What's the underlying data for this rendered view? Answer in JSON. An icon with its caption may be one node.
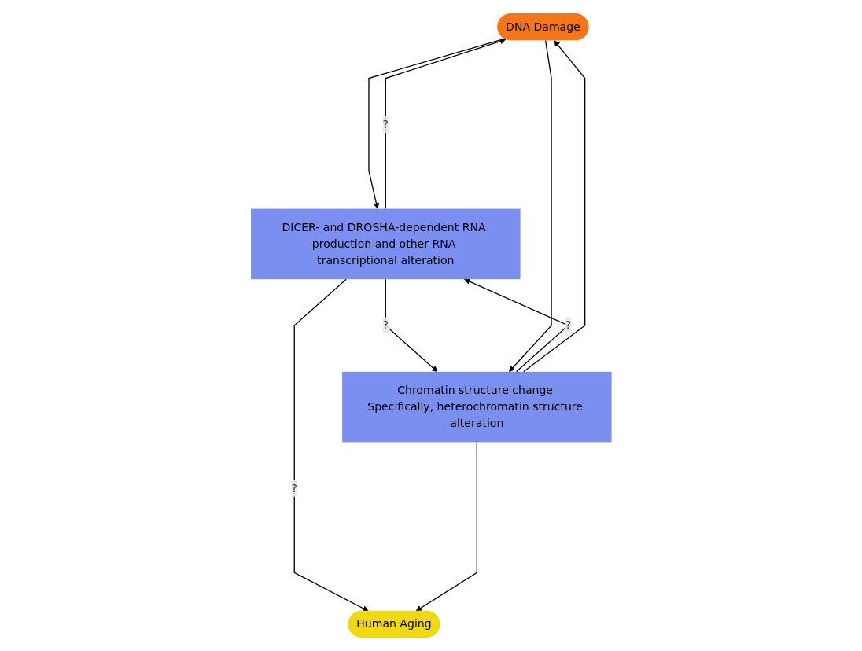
{
  "diagram": {
    "nodes": [
      {
        "text": [
          "DNA Damage"
        ]
      },
      {
        "text": [
          "DICER- and DROSHA-dependent RNA production and other RNA transcriptional alteration"
        ]
      },
      {
        "text": [
          "Chromatin structure change Specifically, heterochromatin structure alteration"
        ]
      },
      {
        "text": [
          "Human Aging"
        ]
      }
    ],
    "edges": [
      {
        "from": 0,
        "to": 1,
        "arrow": "to"
      },
      {
        "from": 1,
        "to": 0,
        "arrow": "to",
        "label": "?"
      },
      {
        "from": 1,
        "to": 2,
        "arrow": "to",
        "label": "?"
      },
      {
        "from": 2,
        "to": 1,
        "arrow": "to",
        "label": "?"
      },
      {
        "from": 2,
        "to": 0,
        "arrow": "to"
      },
      {
        "from": 0,
        "to": 2,
        "arrow": "to"
      },
      {
        "from": 1,
        "to": 3,
        "arrow": "to",
        "label": "?"
      },
      {
        "from": 2,
        "to": 3,
        "arrow": "to"
      }
    ]
  }
}
